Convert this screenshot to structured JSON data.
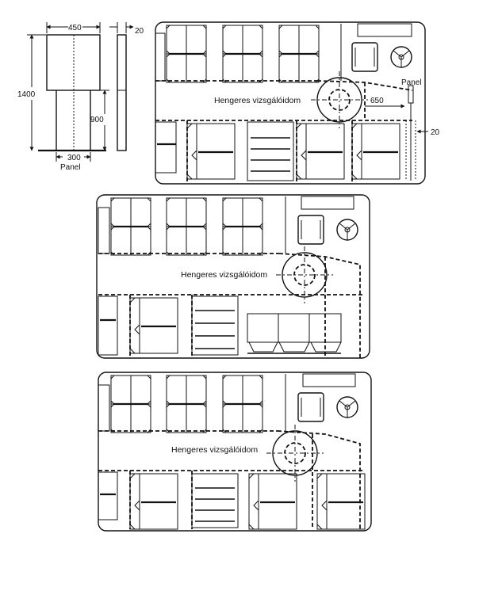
{
  "panel_spec": {
    "width_label": "450",
    "height_label": "1400",
    "leg_height_label": "900",
    "leg_width_label": "300",
    "thickness_label": "20",
    "caption": "Panel"
  },
  "layouts": [
    {
      "label": "Hengeres vizsgálóidom",
      "panel_label": "Panel",
      "distance_label": "650",
      "thickness_label": "20"
    },
    {
      "label": "Hengeres vizsgálóidom"
    },
    {
      "label": "Hengeres vizsgálóidom"
    }
  ]
}
